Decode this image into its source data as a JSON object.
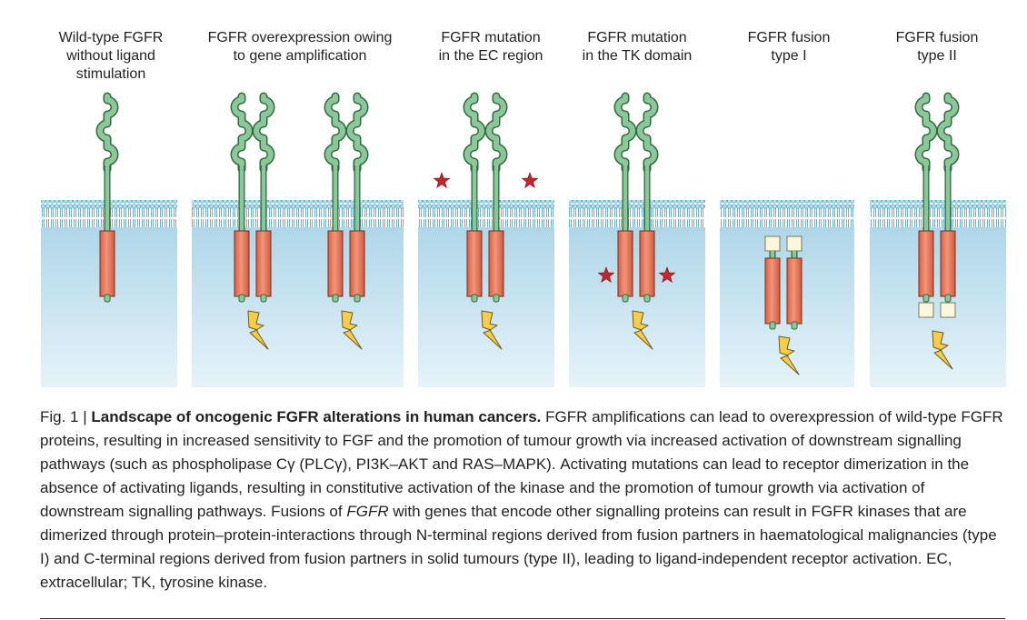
{
  "panels": [
    {
      "title_lines": [
        "Wild-type FGFR",
        "without ligand",
        "stimulation"
      ],
      "kind": "wildtype"
    },
    {
      "title_lines": [
        "FGFR overexpression owing",
        "to gene amplification"
      ],
      "kind": "amplification"
    },
    {
      "title_lines": [
        "FGFR mutation",
        "in the EC region"
      ],
      "kind": "ec_mutation"
    },
    {
      "title_lines": [
        "FGFR mutation",
        "in the TK domain"
      ],
      "kind": "tk_mutation"
    },
    {
      "title_lines": [
        "FGFR fusion",
        "type I"
      ],
      "kind": "fusion_type_1"
    },
    {
      "title_lines": [
        "FGFR fusion",
        "type II"
      ],
      "kind": "fusion_type_2"
    }
  ],
  "caption": {
    "fig_label": "Fig. 1 | ",
    "bold_title": "Landscape of oncogenic FGFR alterations in human cancers.",
    "text_1": " FGFR amplifications can lead to overexpression of wild-type FGFR proteins, resulting in increased sensitivity to FGF and the promotion of tumour growth via increased activation of downstream signalling pathways (such as phospholipase Cγ (PLCγ), PI3K–AKT and RAS–MAPK). Activating mutations can lead to receptor dimerization in the absence of activating ligands, resulting in constitutive activation of the kinase and the promotion of tumour growth via activation of downstream signalling pathways. Fusions of ",
    "italic_gene": "FGFR",
    "text_2": " with genes that encode other signalling proteins can result in FGFR kinases that are dimerized through protein–protein-interactions through N-terminal regions derived from fusion partners in haematological malignancies (type I) and C-terminal regions derived from fusion partners in solid tumours (type II), leading to ligand-independent receptor activation. EC, extracellular; TK, tyrosine kinase."
  },
  "colors": {
    "receptor_green": "#8cc79a",
    "receptor_outline": "#2e6b3e",
    "kinase_orange": "#e8765a",
    "kinase_outline": "#7a2e1c",
    "fusion_partner": "#fbf6dc",
    "membrane_head": "#a9dcf0",
    "membrane_line": "#3a8fb7",
    "cytoplasm_top": "#a6d2e6",
    "cytoplasm_bottom": "#e6f3f9",
    "mutation_star": "#c1272d",
    "lightning_fill": "#f6cd4b",
    "lightning_outline": "#6b5a1d"
  },
  "icons": [
    "lightning-bolt-icon",
    "mutation-star-icon"
  ]
}
